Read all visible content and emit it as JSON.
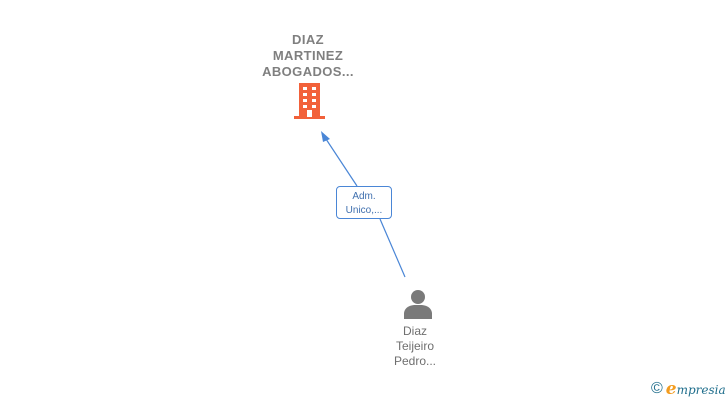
{
  "company": {
    "name_lines": [
      "DIAZ",
      "MARTINEZ",
      "ABOGADOS..."
    ],
    "icon": "building-icon",
    "color": "#f2613a"
  },
  "relation": {
    "label_lines": [
      "Adm.",
      "Unico,..."
    ],
    "line_color": "#4a86d6"
  },
  "person": {
    "name_lines": [
      "Diaz",
      "Teijeiro",
      "Pedro..."
    ],
    "icon": "person-icon",
    "color": "#7a7a7a"
  },
  "brand": {
    "copyright": "©",
    "logo_initial": "e",
    "logo_rest": "mpresia",
    "primary_color": "#1f6e8c",
    "accent_color": "#f39c1f"
  }
}
